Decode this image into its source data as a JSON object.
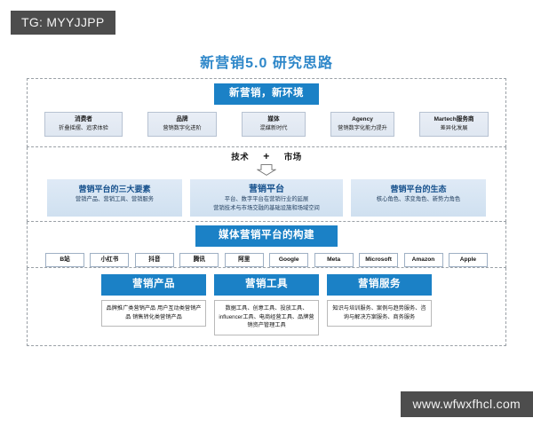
{
  "watermarks": {
    "top": "TG: MYYJJPP",
    "bottom": "www.wfwxfhcl.com"
  },
  "slide": {
    "title": "新营销5.0 研究思路",
    "accent_blue": "#1b81c6",
    "title_blue": "#2e87c9",
    "band1": {
      "header": "新营销，新环境",
      "cards": [
        {
          "title": "消费者",
          "sub": "折叠摇摆、追求体验"
        },
        {
          "title": "品牌",
          "sub": "营销数字化进阶"
        },
        {
          "title": "媒体",
          "sub": "混媒新时代"
        },
        {
          "title": "Agency",
          "sub": "营销数字化能力提升"
        },
        {
          "title": "Martech服务商",
          "sub": "差异化发展"
        }
      ]
    },
    "band2": {
      "left_label": "技术",
      "plus": "+",
      "right_label": "市场",
      "arrow_icon": "down-arrow-outline-icon",
      "panels": [
        {
          "title": "营销平台的三大要素",
          "sub1": "营销产品、营销工具、营销服务",
          "sub2": ""
        },
        {
          "title": "营销平台",
          "sub1": "平台、数字平台在营销行业的延展",
          "sub2": "营销技术与市场交融的基础设施和场域空间"
        },
        {
          "title": "营销平台的生态",
          "sub1": "核心角色、求变角色、新势力角色",
          "sub2": ""
        }
      ]
    },
    "band3": {
      "header": "媒体营销平台的构建",
      "chips": [
        "B站",
        "小红书",
        "抖音",
        "腾讯",
        "阿里",
        "Google",
        "Meta",
        "Microsoft",
        "Amazon",
        "Apple"
      ]
    },
    "band4": {
      "columns": [
        {
          "header": "营销产品",
          "detail": "品牌推广类营销产品 用户互动类营销产品 销售转化类营销产品"
        },
        {
          "header": "营销工具",
          "detail": "数据工具、创意工具、投放工具、influencer工具、电商经营工具、品牌营销资产管理工具"
        },
        {
          "header": "营销服务",
          "detail": "知识与培训服务、案例与趋势服务、咨询与解决方案服务、商务服务"
        }
      ]
    }
  }
}
